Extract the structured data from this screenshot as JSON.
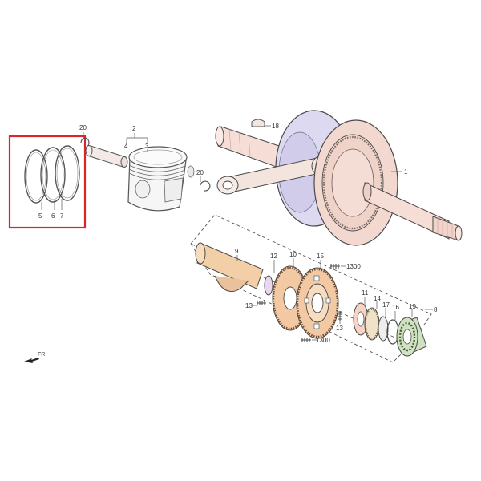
{
  "colors": {
    "highlight_box": "#d9262b",
    "crank_body": "#dcd9f0",
    "crank_rim": "#f2d8cf",
    "shaft": "#f6ddd6",
    "gear_orange": "#f3c9a4",
    "bearing_green": "#cfe3c0",
    "outline": "#4a4a4a"
  },
  "labels": {
    "l20a": "20",
    "l2": "2",
    "l3": "3",
    "l4": "4",
    "l20b": "20",
    "l18": "18",
    "l1": "1",
    "l5": "5",
    "l6": "6",
    "l7": "7",
    "l9": "9",
    "l12": "12",
    "l10": "10",
    "l15": "15",
    "l1300a": "1300",
    "l13a": "13",
    "l13b": "13",
    "l1300b": "1300",
    "l11": "11",
    "l14": "14",
    "l17": "17",
    "l16": "16",
    "l19": "19",
    "l8": "8",
    "fr": "FR."
  },
  "icons": {
    "front_arrow": "front-direction-arrow-icon",
    "bolt": "bolt-icon"
  }
}
